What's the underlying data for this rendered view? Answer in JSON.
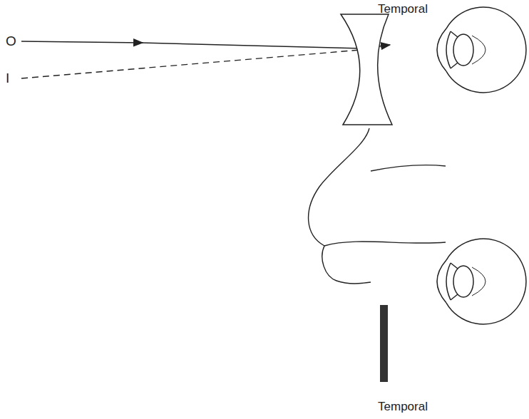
{
  "diagram": {
    "labels": [
      "Temporal",
      "O",
      "I",
      "Temporal"
    ]
  }
}
